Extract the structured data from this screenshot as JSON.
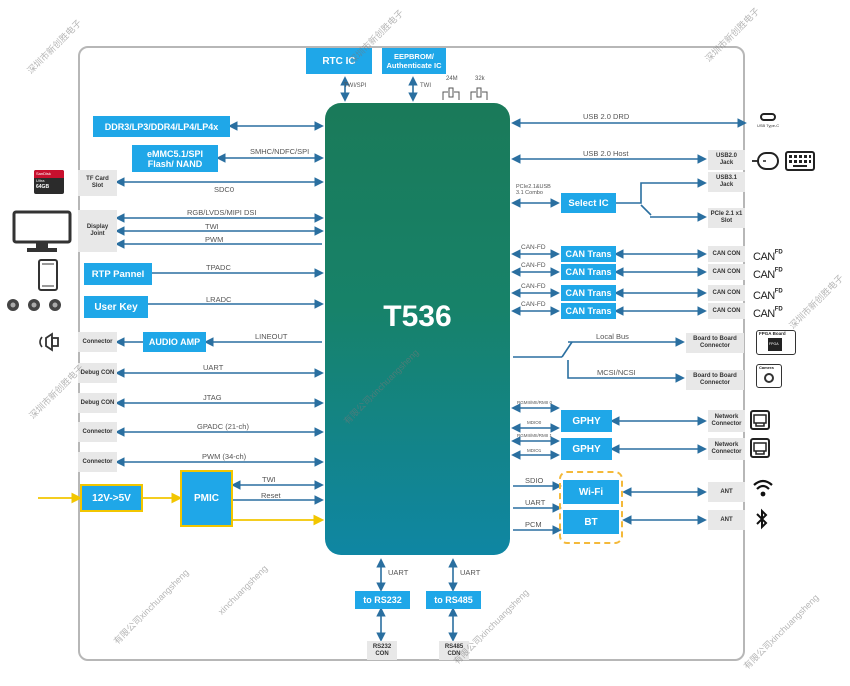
{
  "chip": {
    "name": "T536"
  },
  "top": {
    "rtc": "RTC IC",
    "eeprom": "EEPBROM/\nAuthenticate IC",
    "twi_spi": "TWI/SPI",
    "twi": "TWI",
    "xtal24": "24M",
    "xtal32": "32k"
  },
  "left_boxes": {
    "ddr": "DDR3/LP3/DDR4/LP4/LP4x",
    "emmc": "eMMC5.1/SPI\nFlash/ NAND",
    "rtp": "RTP Pannel",
    "userkey": "User Key",
    "audio": "AUDIO AMP",
    "power": "12V->5V",
    "pmic": "PMIC",
    "rs232": "to RS232",
    "rs485": "to RS485"
  },
  "left_ports": {
    "tf": "TF Card\nSlot",
    "display": "Display\nJoint",
    "connector": "Connector",
    "debug": "Debug CON",
    "rs232con": "RS232\nCON",
    "rs485con": "RS485\nCDN"
  },
  "left_labels": {
    "smhc": "SMHC/NDFC/SPI",
    "sdc0": "SDC0",
    "rgb": "RGB/LVDS/MIPI DSI",
    "twi": "TWI",
    "pwm": "PWM",
    "tpadc": "TPADC",
    "lradc": "LRADC",
    "lineout": "LINEOUT",
    "uart": "UART",
    "jtag": "JTAG",
    "gpadc": "GPADC (21-ch)",
    "pwm34": "PWM (34-ch)",
    "reset": "Reset",
    "uart_b1": "UART",
    "uart_b2": "UART"
  },
  "right_labels": {
    "usbdrd": "USB 2.0 DRD",
    "usbhost": "USB 2.0 Host",
    "pcie": "PCIe2.1&USB\n3.1 Combo",
    "canfd": "CAN-FD",
    "localbus": "Local Bus",
    "mcsi": "MCSI/NCSI",
    "rgmii0": "RGMII/MII/RMII 0",
    "mdio0": "MDIO0",
    "rgmii1": "RGMII/MII/RMII 1",
    "mdio1": "MDIO1",
    "sdio": "SDIO",
    "uart": "UART",
    "pcm": "PCM"
  },
  "right_boxes": {
    "selectic": "Select IC",
    "cantrans": "CAN Trans",
    "gphy": "GPHY",
    "wifi": "Wi-Fi",
    "bt": "BT"
  },
  "right_ports": {
    "usbtypec": "USB Type-C",
    "usb20jack": "USB2.0\nJack",
    "usb31jack": "USB3.1\nJack",
    "pcieslot": "PCIe 2.1 x1\nSlot",
    "cancon": "CAN CON",
    "b2b": "Board to Board\nConnector",
    "network": "Network\nConnector",
    "ant": "ANT"
  },
  "right_icons": {
    "can": "CAN",
    "fd": "FD",
    "fpga_title": "FPGA Board",
    "fpga_chip": "FPGA",
    "camera": "Camera"
  },
  "sd_card": {
    "brand": "SanDisk",
    "line": "Ultra",
    "size": "64GB"
  },
  "watermarks": {
    "cn": "深圳市新创胜电子",
    "cn2": "有限公司xinchuangsheng",
    "en": "xinchuangsheng"
  },
  "colors": {
    "blue": "#1fa7e8",
    "line": "#2a6fa0",
    "yellow": "#f2c600",
    "chip_top": "#1a7a59",
    "chip_bottom": "#0f86a3"
  }
}
